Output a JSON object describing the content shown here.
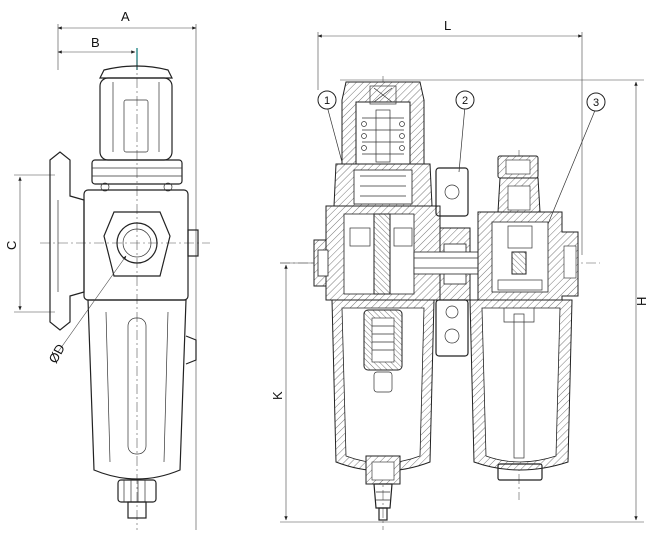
{
  "dimensions": {
    "A": "A",
    "B": "B",
    "C": "C",
    "D": "ØD",
    "L": "L",
    "H": "H",
    "K": "K"
  },
  "callouts": [
    "1",
    "2",
    "3"
  ]
}
